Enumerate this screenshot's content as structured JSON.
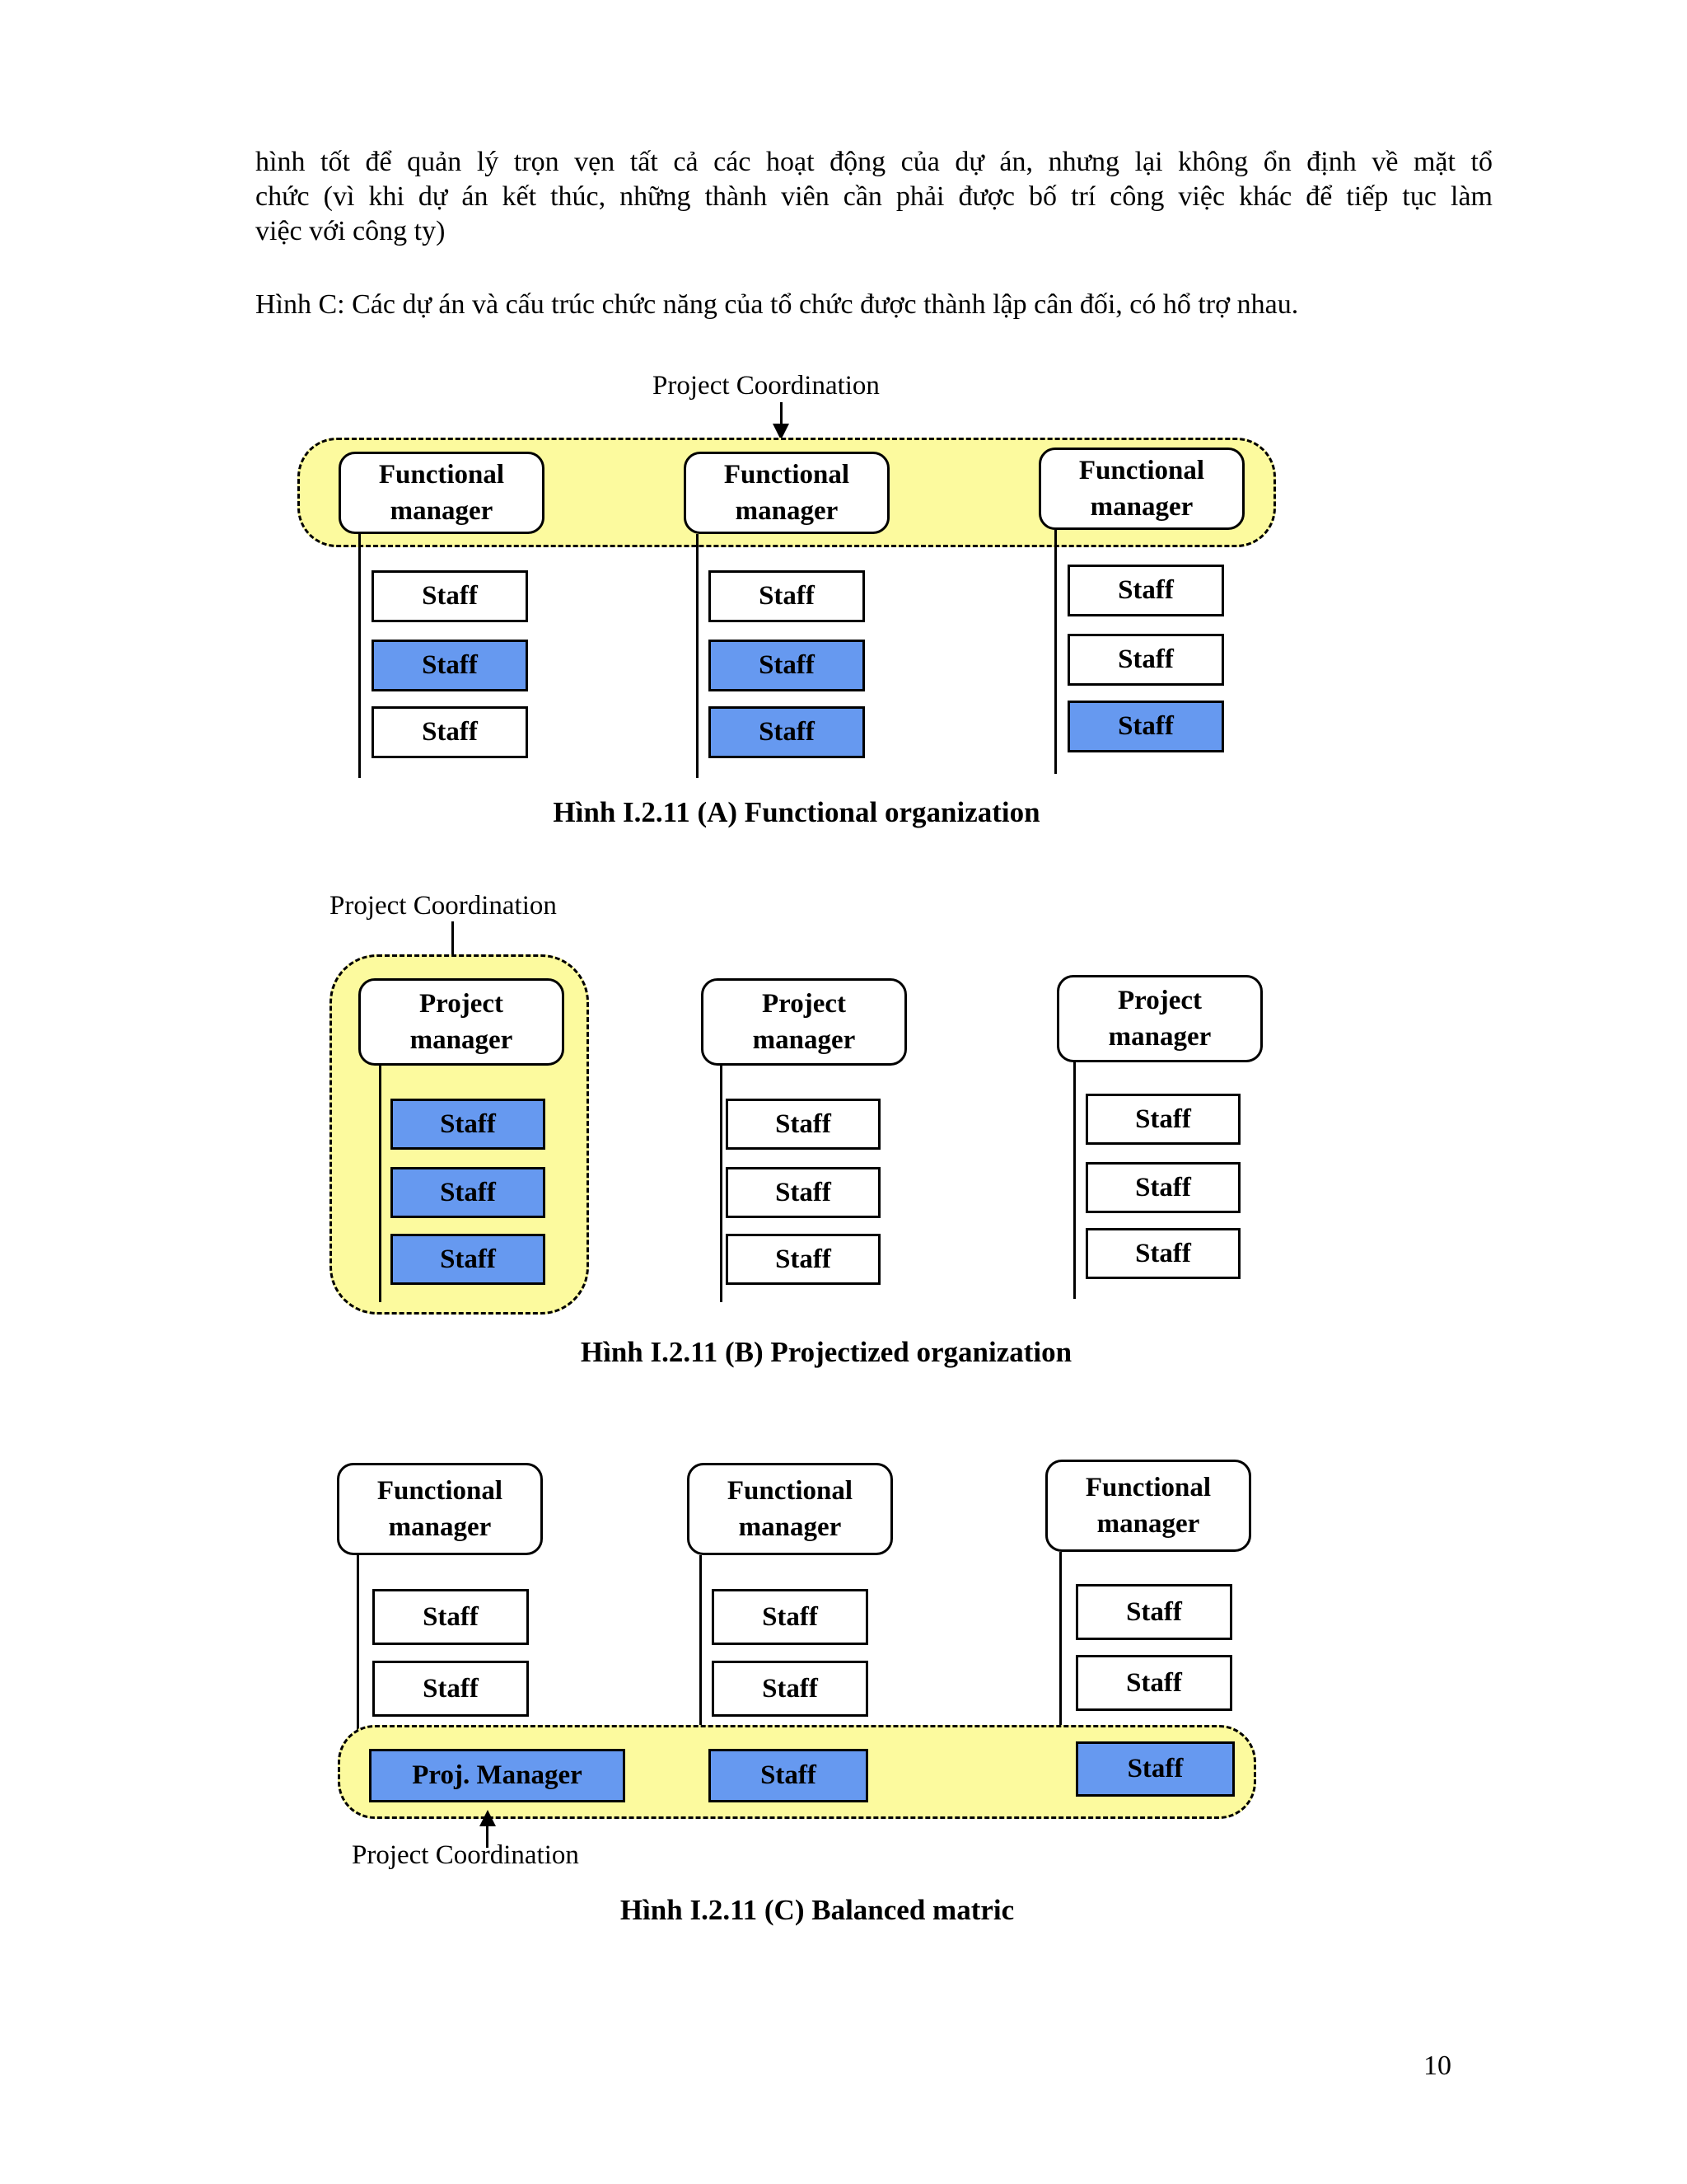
{
  "page": {
    "body_lines": [
      "hình tốt để quản lý trọn vẹn tất cả các hoạt động của dự án, nhưng lại không ổn định về mặt tổ",
      "chức (vì khi dự án kết thúc, những thành viên cần phải được bố trí công việc khác để tiếp tục làm",
      "việc với công ty)"
    ],
    "figure_intro": "Hình C: Các dự án và cấu trúc chức năng của tổ chức được thành lập cân đối, có hổ trợ nhau.",
    "page_number": "10"
  },
  "labels": {
    "project_coordination": "Project Coordination",
    "functional_manager": "Functional manager",
    "project_manager": "Project manager",
    "proj_manager": "Proj. Manager",
    "staff": "Staff"
  },
  "captions": {
    "a": "Hình I.2.11 (A) Functional organization",
    "b": "Hình I.2.11 (B) Projectized organization",
    "c": "Hình I.2.11 (C) Balanced matric"
  },
  "colors": {
    "highlight_yellow": "#FCFA9E",
    "staff_blue": "#6699F0"
  }
}
